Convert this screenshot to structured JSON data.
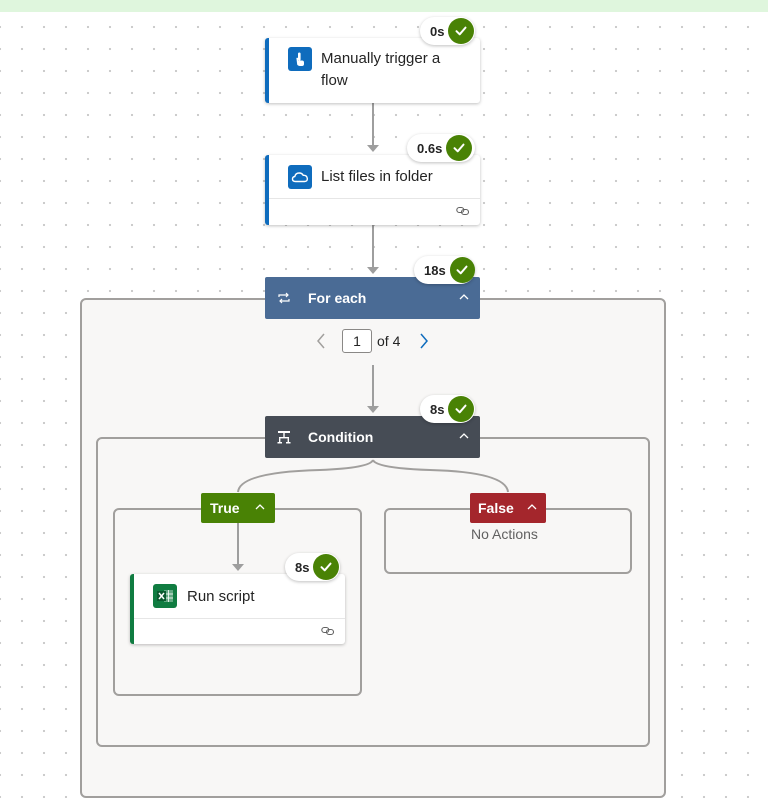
{
  "colors": {
    "success_green": "#498205",
    "for_each_header": "#4a6b95",
    "condition_header": "#464c55",
    "true_branch": "#498205",
    "false_branch": "#a4262c",
    "accent_blue": "#0f6cbd"
  },
  "steps": {
    "trigger": {
      "title": "Manually trigger a flow",
      "duration": "0s",
      "icon": "touch-hand-icon",
      "status": "succeeded"
    },
    "list_files": {
      "title": "List files in folder",
      "duration": "0.6s",
      "icon": "onedrive-cloud-icon",
      "status": "succeeded"
    },
    "for_each": {
      "title": "For each",
      "duration": "18s",
      "icon": "loop-icon",
      "status": "succeeded"
    },
    "condition": {
      "title": "Condition",
      "duration": "8s",
      "icon": "condition-icon",
      "status": "succeeded"
    },
    "run_script": {
      "title": "Run script",
      "duration": "8s",
      "icon": "excel-icon",
      "status": "succeeded"
    }
  },
  "pager": {
    "current": "1",
    "of_text": "of 4"
  },
  "branches": {
    "true_label": "True",
    "false_label": "False",
    "false_empty_text": "No Actions"
  }
}
